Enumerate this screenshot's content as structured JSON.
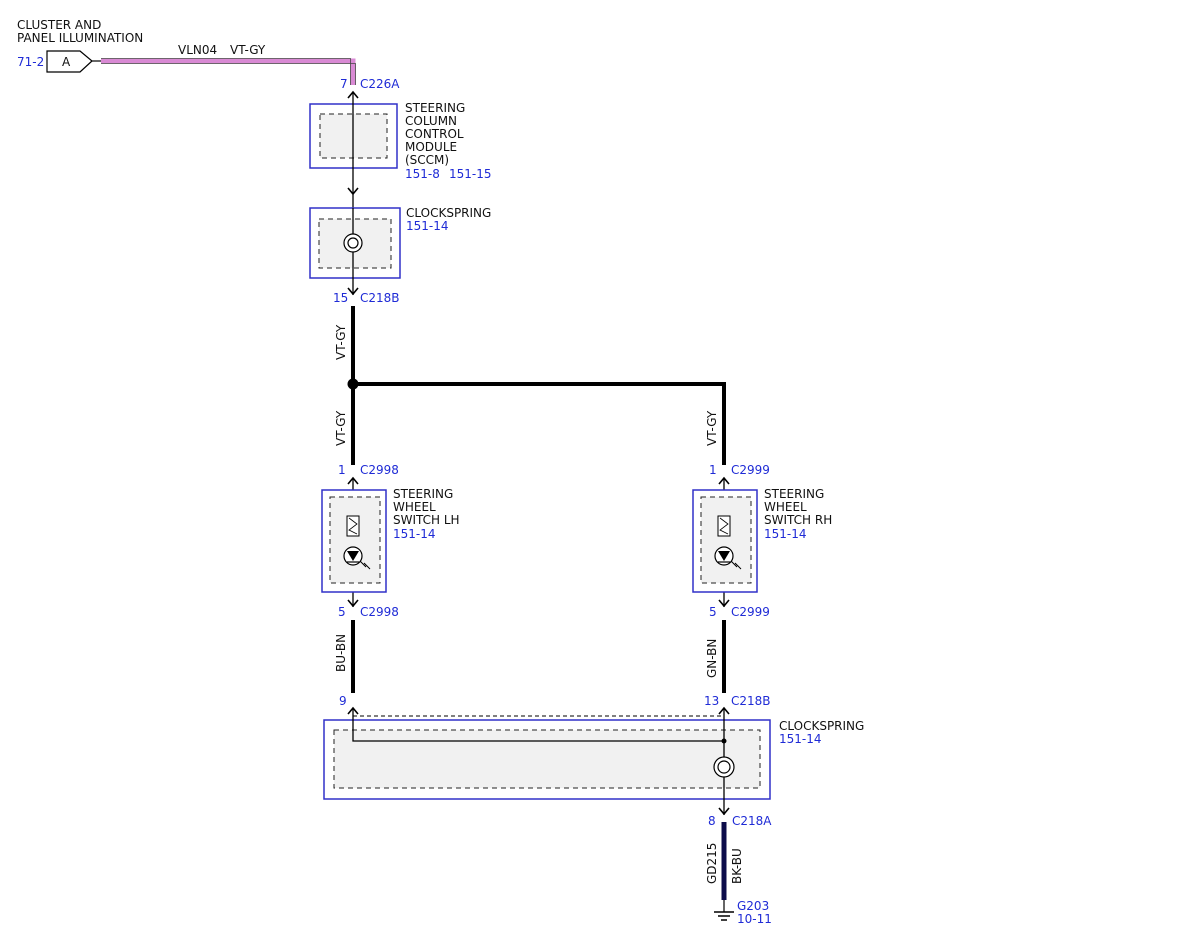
{
  "connector_in": {
    "title_line1": "CLUSTER AND",
    "title_line2": "PANEL ILLUMINATION",
    "page_ref": "71-2",
    "letter": "A",
    "circuit": "VLN04",
    "color": "VT-GY",
    "wire_color_hex": "#d98ad4"
  },
  "sccm": {
    "pin": "7",
    "connector": "C226A",
    "label_lines": [
      "STEERING",
      "COLUMN",
      "CONTROL",
      "MODULE",
      "(SCCM)"
    ],
    "refs": [
      "151-8",
      "151-15"
    ]
  },
  "clockspring_upper": {
    "label": "CLOCKSPRING",
    "ref": "151-14",
    "out_pin": "15",
    "out_connector": "C218B"
  },
  "wires": {
    "trunk_color": "VT-GY",
    "lh_color": "VT-GY",
    "rh_color": "VT-GY",
    "lh_return_color": "BU-BN",
    "rh_return_color": "GN-BN",
    "ground_circuit": "GD215",
    "ground_color": "BK-BU"
  },
  "switch_lh": {
    "in_pin": "1",
    "in_connector": "C2998",
    "label_lines": [
      "STEERING",
      "WHEEL",
      "SWITCH LH"
    ],
    "ref": "151-14",
    "out_pin": "5",
    "out_connector": "C2998"
  },
  "switch_rh": {
    "in_pin": "1",
    "in_connector": "C2999",
    "label_lines": [
      "STEERING",
      "WHEEL",
      "SWITCH RH"
    ],
    "ref": "151-14",
    "out_pin": "5",
    "out_connector": "C2999"
  },
  "clockspring_lower": {
    "lh_pin": "9",
    "rh_pin": "13",
    "rh_connector": "C218B",
    "label": "CLOCKSPRING",
    "ref": "151-14",
    "out_pin": "8",
    "out_connector": "C218A"
  },
  "ground": {
    "name": "G203",
    "ref": "10-11"
  }
}
